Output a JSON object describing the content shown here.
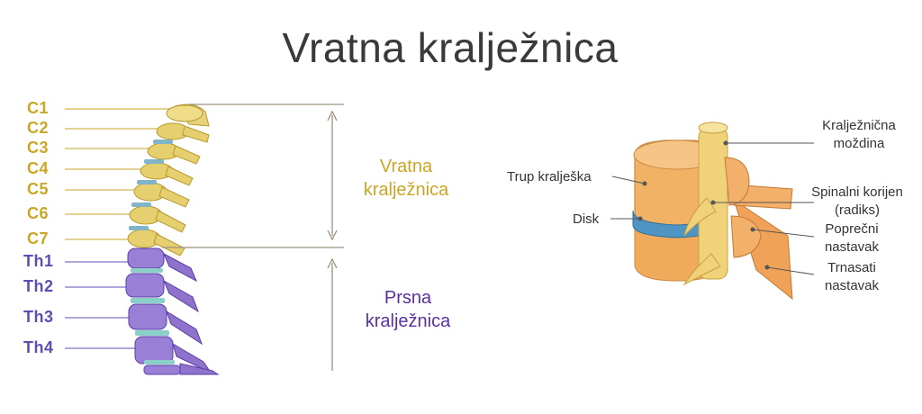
{
  "title": "Vratna kralježnica",
  "cervical_labels": [
    "C1",
    "C2",
    "C3",
    "C4",
    "C5",
    "C6",
    "C7"
  ],
  "thoracic_labels": [
    "Th1",
    "Th2",
    "Th3",
    "Th4"
  ],
  "regions": {
    "cervical": [
      "Vratna",
      "kralježnica"
    ],
    "thoracic": [
      "Prsna",
      "kralježnica"
    ]
  },
  "anatomy": {
    "spinal_cord": [
      "Kralježnična",
      "moždina"
    ],
    "vertebral_body": "Trup kralješka",
    "spinal_root": [
      "Spinalni korijen",
      "(radiks)"
    ],
    "disc": "Disk",
    "transverse_process": [
      "Poprečni",
      "nastavak"
    ],
    "spinous_process": [
      "Trnasati",
      "nastavak"
    ]
  },
  "colors": {
    "cervical": "#c9a624",
    "thoracic": "#5a50b4",
    "bone": "#f2b266",
    "disc": "#4f95c4"
  }
}
